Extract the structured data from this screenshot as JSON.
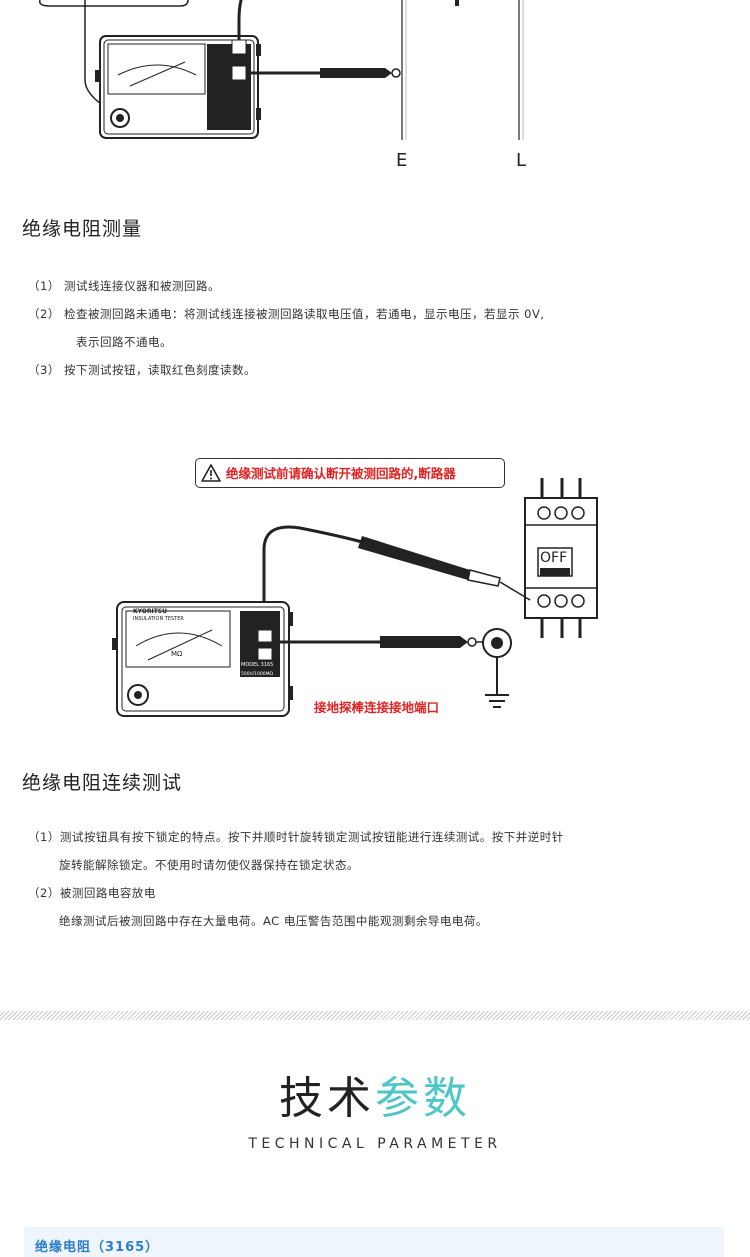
{
  "diagram1": {
    "terminal_e": "E",
    "terminal_l": "L"
  },
  "section1": {
    "title": "绝缘电阻测量",
    "steps": [
      "（1） 测试线连接仪器和被测回路。",
      "（2） 检查被测回路未通电：将测试线连接被测回路读取电压值，若通电，显示电压，若显示 0V,",
      "表示回路不通电。",
      "（3） 按下测试按钮，读取红色刻度读数。"
    ]
  },
  "diagram2": {
    "warning": "绝缘测试前请确认断开被测回路的,断路器",
    "breaker_label": "OFF",
    "ground_label": "接地探棒连接接地端口"
  },
  "meter": {
    "brand": "KYORITSU",
    "product": "INSULATION TESTER",
    "model": "MODEL 3165",
    "range": "500V/1000MΩ",
    "unit": "MΩ"
  },
  "section2": {
    "title": "绝缘电阻连续测试",
    "lines": [
      "（1）测试按钮具有按下锁定的特点。按下并顺时针旋转锁定测试按钮能进行连续测试。按下并逆时针",
      "旋转能解除锁定。不使用时请勿使仪器保持在锁定状态。",
      "（2）被测回路电容放电",
      "绝缘测试后被测回路中存在大量电荷。AC 电压警告范围中能观测剩余导电电荷。"
    ]
  },
  "tech": {
    "title_main": "技术",
    "title_accent": "参数",
    "subtitle": "TECHNICAL PARAMETER"
  },
  "spec": {
    "header": "绝缘电阻（3165）"
  },
  "colors": {
    "accent": "#4ec5c7",
    "warning": "#e02424",
    "spec_header": "#2b7ccb"
  }
}
